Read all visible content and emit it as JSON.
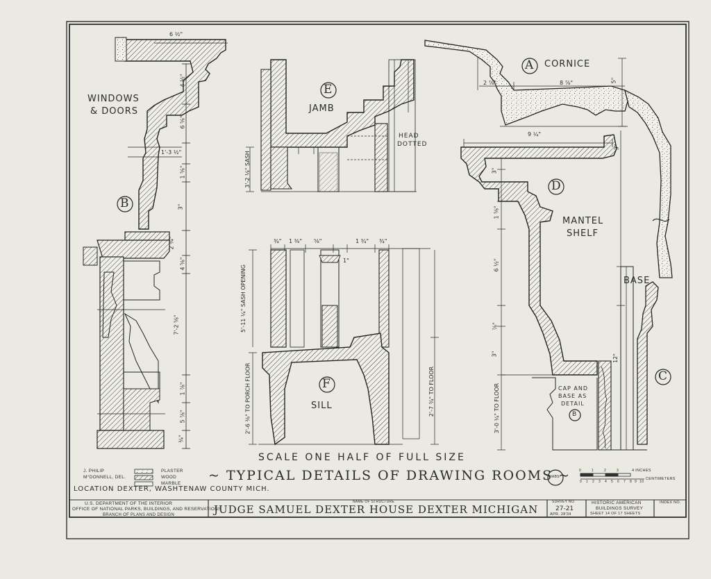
{
  "details": {
    "a": {
      "letter": "A",
      "label": "CORNICE"
    },
    "b": {
      "letter": "B",
      "label1": "WINDOWS",
      "label2": "& DOORS"
    },
    "c": {
      "letter": "C",
      "label": "BASE"
    },
    "d": {
      "letter": "D",
      "label1": "MANTEL",
      "label2": "SHELF"
    },
    "e": {
      "letter": "E",
      "label": "JAMB"
    },
    "f": {
      "letter": "F",
      "label": "SILL"
    },
    "head_note1": "HEAD",
    "head_note2": "DOTTED",
    "cap_note1": "CAP AND",
    "cap_note2": "BASE AS",
    "cap_note3": "DETAIL",
    "cap_note_letter": "B"
  },
  "dimensions": {
    "b_top": "6 ½\"",
    "b1": "4 ½\"",
    "b2": "6 ⅝\"",
    "b3": "1'-3 ½\"",
    "b4": "1 ⅝\"",
    "b5": "3\"",
    "b6": "2 ¾\"",
    "b7": "4 ⅝\"",
    "b8": "7'-2 ⅝\"",
    "b9": "1 ⅞\"",
    "b10": "5 ⅞\"",
    "b11": "¾\"",
    "a1": "2 ⅞\"",
    "a2": "8 ⅞\"",
    "a3": "5\"",
    "d1": "9 ¼\"",
    "d2": "3\"",
    "d3": "1 ⅝\"",
    "d4": "6 ½\"",
    "d5": "⅞\"",
    "d6": "3\"",
    "d7": "3'-0 ¼\" TO FLOOR",
    "c1": "3\"",
    "c2": "12\"",
    "e1": "3'-2 ⅛\" SASH",
    "f_top1": "¾\"",
    "f_top2": "1 ⅜\"",
    "f_top3": "⅝\"",
    "f_top4": "1 ¾\"",
    "f_top5": "¾\"",
    "f_small": "1\"",
    "f1": "5'-11 ¼\" SASH OPENING",
    "f2": "2'-6 ⅜\" TO PORCH FLOOR",
    "f3": "2'-7 ¾\" TO FLOOR"
  },
  "scale_text": "SCALE ONE HALF OF FULL SIZE",
  "title": "~ TYPICAL DETAILS OF DRAWING ROOMS ~",
  "location": "LOCATION DEXTER, WASHTENAW COUNTY MICH.",
  "delineator1": "J. PHILIP",
  "delineator2": "M°DONNELL, DEL.",
  "legend": [
    "PLASTER",
    "WOOD",
    "MARBLE"
  ],
  "scale_bar": {
    "top_label": "4 INCHES",
    "bottom_label": "CENTIMETERS",
    "top_ticks": [
      "0",
      "1",
      "2",
      "3"
    ],
    "bottom_ticks": [
      "0",
      "1",
      "2",
      "3",
      "4",
      "5",
      "6",
      "7",
      "8",
      "9",
      "10"
    ]
  },
  "seal": "HABS",
  "title_block": {
    "agency1": "U.S. DEPARTMENT OF THE INTERIOR",
    "agency2": "OFFICE OF NATIONAL PARKS, BUILDINGS, AND RESERVATIONS",
    "agency3": "BRANCH OF PLANS AND DESIGN",
    "name_label": "NAME OF STRUCTURE",
    "name": "JUDGE SAMUEL DEXTER HOUSE DEXTER MICHIGAN",
    "survey_label": "SURVEY NO.",
    "survey_no": "27-21",
    "date": "APR. 28'34",
    "habs1": "HISTORIC AMERICAN",
    "habs2": "BUILDINGS SURVEY",
    "sheet_text": "SHEET 14 OF 17 SHEETS",
    "index_label": "INDEX NO."
  }
}
